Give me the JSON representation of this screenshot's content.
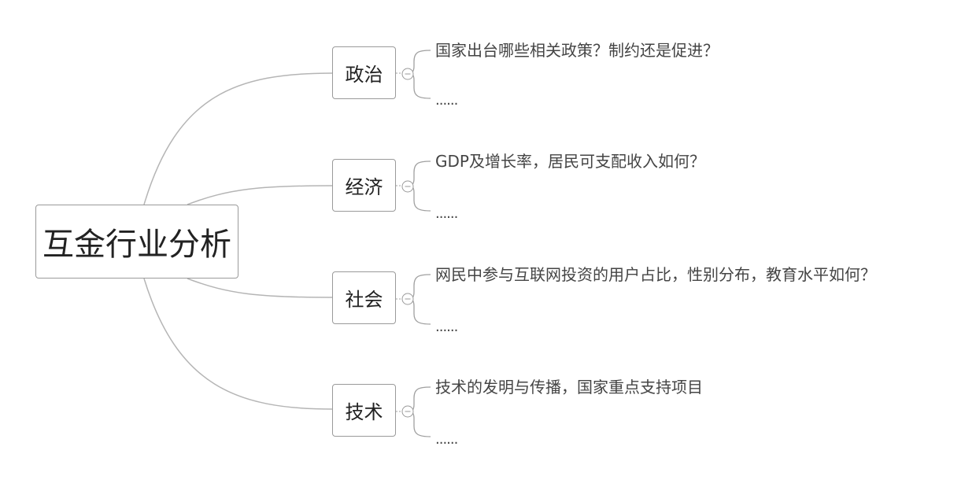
{
  "root": {
    "label": "互金行业分析"
  },
  "branches": [
    {
      "label": "政治",
      "details": [
        "国家出台哪些相关政策？制约还是促进？",
        "......"
      ]
    },
    {
      "label": "经济",
      "details": [
        "GDP及增长率，居民可支配收入如何？",
        "......"
      ]
    },
    {
      "label": "社会",
      "details": [
        "网民中参与互联网投资的用户占比，性别分布，教育水平如何？",
        "......"
      ]
    },
    {
      "label": "技术",
      "details": [
        "技术的发明与传播，国家重点支持项目",
        "......"
      ]
    }
  ],
  "colors": {
    "connector": "#b5b5b5",
    "node_border": "#9a9a9a",
    "text": "#222222",
    "detail_text": "#444444"
  }
}
